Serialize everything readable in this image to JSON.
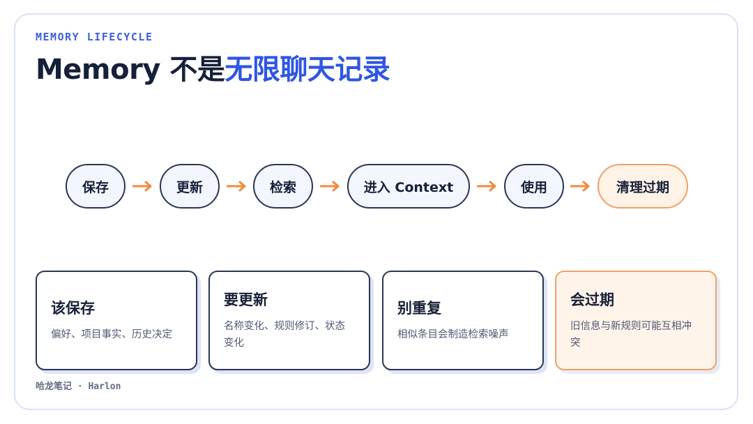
{
  "header": {
    "kicker": "MEMORY LIFECYCLE",
    "title_prefix": "Memory 不是",
    "title_accent": "无限聊天记录"
  },
  "flow": {
    "steps": [
      {
        "label": "保存"
      },
      {
        "label": "更新"
      },
      {
        "label": "检索"
      },
      {
        "label": "进入 Context"
      },
      {
        "label": "使用"
      },
      {
        "label": "清理过期",
        "highlight": true
      }
    ],
    "arrow_color": "#f08a3e"
  },
  "cards": [
    {
      "title": "该保存",
      "desc": "偏好、项目事实、历史决定"
    },
    {
      "title": "要更新",
      "desc": "名称变化、规则修订、状态变化"
    },
    {
      "title": "别重复",
      "desc": "相似条目会制造检索噪声"
    },
    {
      "title": "会过期",
      "desc": "旧信息与新规则可能互相冲突",
      "highlight": true
    }
  ],
  "footer": {
    "credit": "哈龙笔记 · Harlon"
  },
  "colors": {
    "accent": "#2e55e3",
    "ink": "#172038",
    "highlight_border": "#f0a067",
    "highlight_fill": "#fff2e7"
  }
}
